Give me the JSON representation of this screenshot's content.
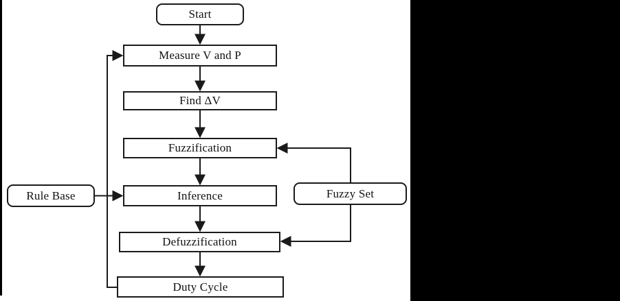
{
  "flowchart": {
    "nodes": {
      "start": "Start",
      "measure": "Measure V and P",
      "find_dv": "Find ΔV",
      "fuzzification": "Fuzzification",
      "inference": "Inference",
      "defuzzification": "Defuzzification",
      "duty_cycle": "Duty Cycle",
      "rule_base": "Rule Base",
      "fuzzy_set": "Fuzzy Set"
    },
    "edges": [
      {
        "from": "start",
        "to": "measure"
      },
      {
        "from": "measure",
        "to": "find_dv"
      },
      {
        "from": "find_dv",
        "to": "fuzzification"
      },
      {
        "from": "fuzzification",
        "to": "inference"
      },
      {
        "from": "inference",
        "to": "defuzzification"
      },
      {
        "from": "defuzzification",
        "to": "duty_cycle"
      },
      {
        "from": "rule_base",
        "to": "inference"
      },
      {
        "from": "duty_cycle",
        "to": "measure"
      },
      {
        "from": "fuzzy_set",
        "to": "fuzzification"
      },
      {
        "from": "fuzzy_set",
        "to": "defuzzification"
      }
    ]
  },
  "colors": {
    "line": "#1a1a1a",
    "box_fill": "#ffffff",
    "background": "#ffffff",
    "mask": "#000000"
  }
}
